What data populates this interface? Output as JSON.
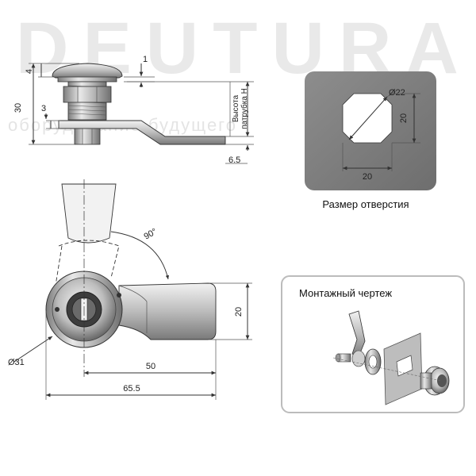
{
  "watermark": {
    "brand": "DEUTURA",
    "slogan": "оборудование будущего"
  },
  "side_view": {
    "dim_4": "4",
    "dim_1": "1",
    "dim_30": "30",
    "dim_3": "3",
    "dim_6_5": "6.5",
    "height_label_line1": "Высота",
    "height_label_line2": "патрубка H"
  },
  "hole_panel": {
    "dim_diameter": "Ø22",
    "dim_width": "20",
    "dim_height": "20",
    "caption": "Размер отверстия"
  },
  "front_view": {
    "angle": "90°",
    "dim_20": "20",
    "dim_diameter": "Ø31",
    "dim_50": "50",
    "dim_65_5": "65.5"
  },
  "mounting_panel": {
    "title": "Монтажный чертеж"
  }
}
